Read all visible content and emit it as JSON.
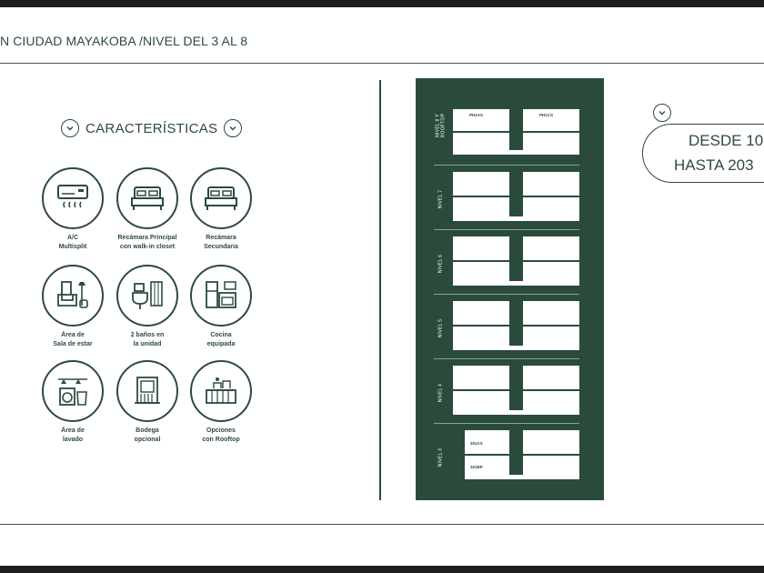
{
  "header": {
    "title": "N CIUDAD MAYAKOBA /NIVEL DEL 3 AL 8"
  },
  "features": {
    "heading": "CARACTERÍSTICAS",
    "items": [
      {
        "icon": "air-conditioner-icon",
        "label": "A/C\nMultisplit"
      },
      {
        "icon": "bed-icon",
        "label": "Recámara Principal\ncon walk-in closet"
      },
      {
        "icon": "bed-icon",
        "label": "Recámara\nSecundaria"
      },
      {
        "icon": "living-room-icon",
        "label": "Área de\nSala de estar"
      },
      {
        "icon": "bathroom-icon",
        "label": "2 baños en\nla unidad"
      },
      {
        "icon": "kitchen-icon",
        "label": "Cocina\nequipada"
      },
      {
        "icon": "laundry-icon",
        "label": "Área de\nlavado"
      },
      {
        "icon": "storage-door-icon",
        "label": "Bodega\nopcional"
      },
      {
        "icon": "rooftop-icon",
        "label": "Opciones\ncon Rooftop"
      }
    ]
  },
  "floor_plan": {
    "levels": [
      {
        "label": "NIVEL 8 Y\nROOFTOP",
        "unit_left": "PH1AS",
        "unit_right": "PH1CS"
      },
      {
        "label": "NIVEL 7"
      },
      {
        "label": "NIVEL 6"
      },
      {
        "label": "NIVEL 5"
      },
      {
        "label": "NIVEL 4"
      },
      {
        "label": "NIVEL 3",
        "unit_top": "301AS",
        "unit_bottom": "301BP"
      }
    ]
  },
  "price": {
    "from": "DESDE 10",
    "to": "HASTA 203"
  },
  "colors": {
    "brand_green": "#2a4b3c",
    "text_green": "#2e4a3c"
  }
}
